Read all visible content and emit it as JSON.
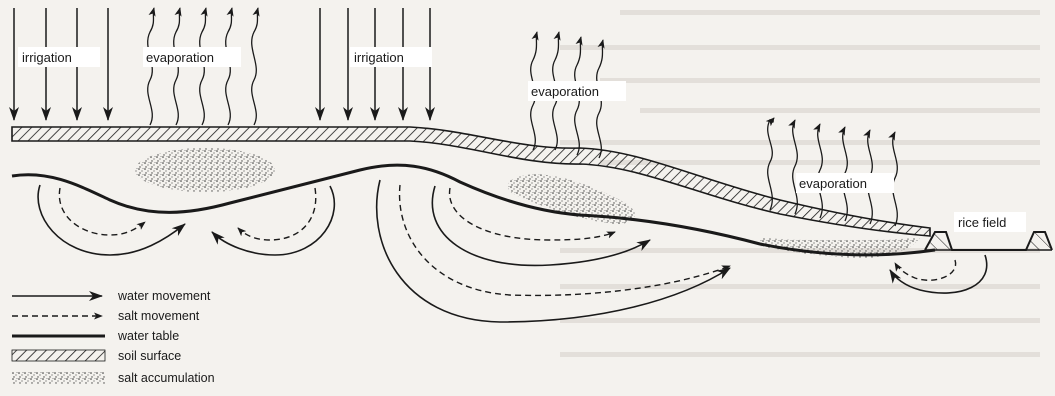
{
  "colors": {
    "background": "#f4f2ee",
    "ink": "#1a1a1a",
    "white": "#ffffff"
  },
  "labels": {
    "irrigation_left": "irrigation",
    "irrigation_mid": "irrigation",
    "evaporation_left": "evaporation",
    "evaporation_mid": "evaporation",
    "evaporation_right": "evaporation",
    "rice_field": "rice field"
  },
  "legend": {
    "water_movement": "water movement",
    "salt_movement": "salt movement",
    "water_table": "water table",
    "soil_surface": "soil surface",
    "salt_accumulation": "salt accumulation"
  }
}
